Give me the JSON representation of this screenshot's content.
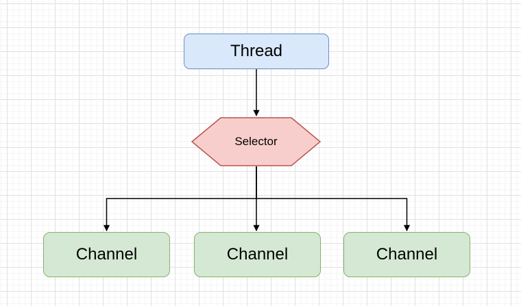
{
  "diagram": {
    "canvas": {
      "background": "#ffffff",
      "grid_minor_color": "#f4f4f4",
      "grid_major_color": "#e0e0e0"
    },
    "edge_color": "#000000",
    "nodes": [
      {
        "id": "thread",
        "label": "Thread",
        "shape": "rounded-rectangle",
        "fill": "#dae8fc",
        "stroke": "#6c8ebf"
      },
      {
        "id": "selector",
        "label": "Selector",
        "shape": "hexagon",
        "fill": "#f8cecc",
        "stroke": "#b85450"
      },
      {
        "id": "channel-1",
        "label": "Channel",
        "shape": "rounded-rectangle",
        "fill": "#d5e8d4",
        "stroke": "#82b366"
      },
      {
        "id": "channel-2",
        "label": "Channel",
        "shape": "rounded-rectangle",
        "fill": "#d5e8d4",
        "stroke": "#82b366"
      },
      {
        "id": "channel-3",
        "label": "Channel",
        "shape": "rounded-rectangle",
        "fill": "#d5e8d4",
        "stroke": "#82b366"
      }
    ],
    "edges": [
      {
        "from": "thread",
        "to": "selector",
        "style": "straight-arrow"
      },
      {
        "from": "selector",
        "to": "channel-1",
        "style": "orthogonal-arrow"
      },
      {
        "from": "selector",
        "to": "channel-2",
        "style": "orthogonal-arrow"
      },
      {
        "from": "selector",
        "to": "channel-3",
        "style": "orthogonal-arrow"
      }
    ]
  }
}
